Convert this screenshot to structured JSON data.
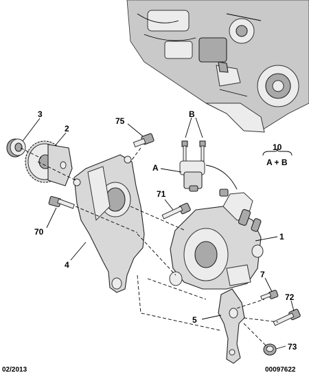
{
  "callouts": {
    "c3": "3",
    "c2": "2",
    "c75": "75",
    "cB": "B",
    "c10": "10",
    "cAB": "A + B",
    "cA": "A",
    "c71": "71",
    "c70": "70",
    "c1": "1",
    "c4": "4",
    "c7": "7",
    "c72": "72",
    "c5": "5",
    "c73": "73"
  },
  "footer": {
    "date": "02/2013",
    "reference": "00097622"
  }
}
